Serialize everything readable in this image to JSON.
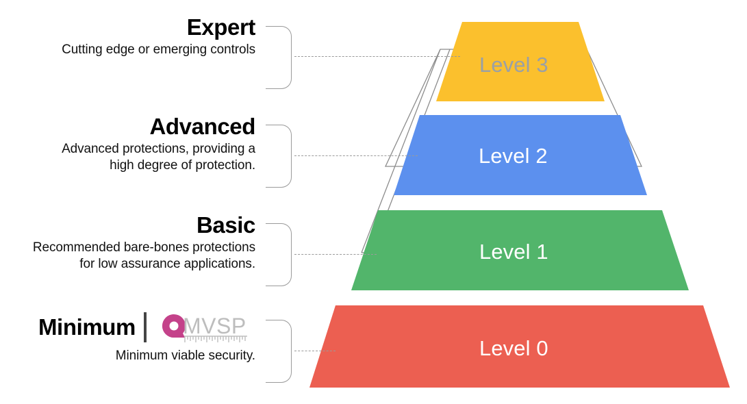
{
  "meta": {
    "title": "Minimum Viable Secure Product maturity pyramid",
    "background": "#ffffff"
  },
  "colors": {
    "level3": "#FBC02D",
    "level2": "#5C90EE",
    "level1": "#52B56B",
    "level0": "#EC5F51",
    "outline": "#8c8c8c",
    "bracket": "#9a9a9a",
    "connector": "#9a9a9a",
    "level3_text": "#9aa0a6",
    "tier_text_light": "#ffffff",
    "title_text": "#000000",
    "logo_pink": "#C4428A",
    "logo_gray": "#BDBDBD",
    "logo_divider": "#444444"
  },
  "tiers": [
    {
      "id": "level-3",
      "tier_label": "Level 3",
      "title": "Expert",
      "description": "Cutting edge or emerging controls",
      "color": "#FBC02D",
      "text_color": "#9aa0a6"
    },
    {
      "id": "level-2",
      "tier_label": "Level 2",
      "title": "Advanced",
      "description": "Advanced protections, providing a high degree of protection.",
      "description_line1": "Advanced protections, providing a",
      "description_line2": "high degree of protection.",
      "color": "#5C90EE",
      "text_color": "#ffffff"
    },
    {
      "id": "level-1",
      "tier_label": "Level 1",
      "title": "Basic",
      "description": "Recommended bare-bones protections for low assurance applications.",
      "description_line1": "Recommended bare-bones protections",
      "description_line2": "for low assurance applications.",
      "color": "#52B56B",
      "text_color": "#ffffff"
    },
    {
      "id": "level-0",
      "tier_label": "Level 0",
      "title": "Minimum",
      "description": "Minimum viable security.",
      "color": "#EC5F51",
      "text_color": "#ffffff"
    }
  ],
  "logo": {
    "wordmark": "MVSP",
    "icon_name": "tape-measure-icon"
  }
}
